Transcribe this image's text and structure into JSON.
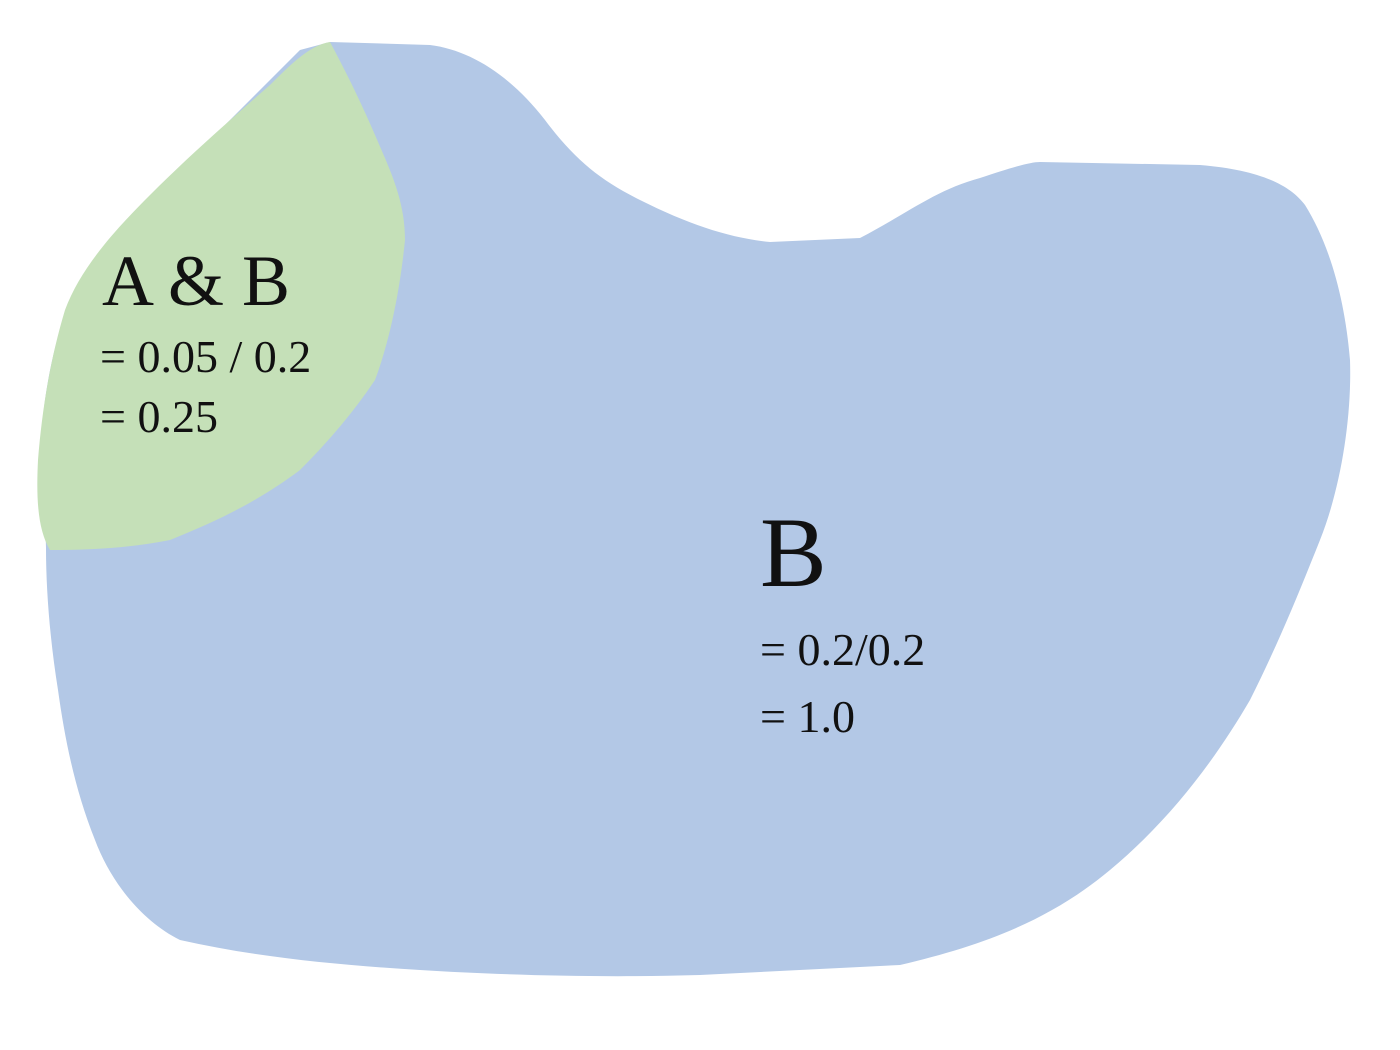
{
  "regions": {
    "b": {
      "title": "B",
      "line1": "= 0.2/0.2",
      "line2": "= 1.0",
      "color": "#b3c8e6"
    },
    "a_and_b": {
      "title": "A & B",
      "line1": "= 0.05 / 0.2",
      "line2": "= 0.25",
      "color": "#c5e0b8"
    }
  }
}
